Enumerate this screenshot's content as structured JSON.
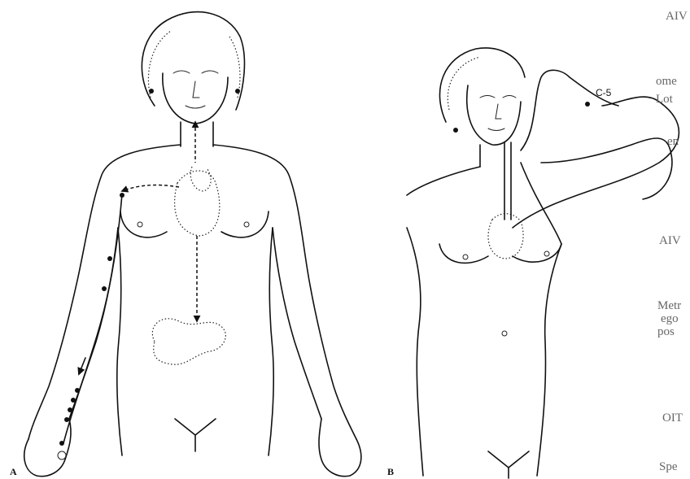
{
  "panels": {
    "a": {
      "label": "A"
    },
    "b": {
      "label": "B",
      "callout": "C-5"
    }
  },
  "bleed_through": [
    "AIV",
    "ome",
    "Lot",
    "en",
    "AIV",
    "Metr",
    "ego",
    "pos",
    "OIT",
    "Spe"
  ]
}
